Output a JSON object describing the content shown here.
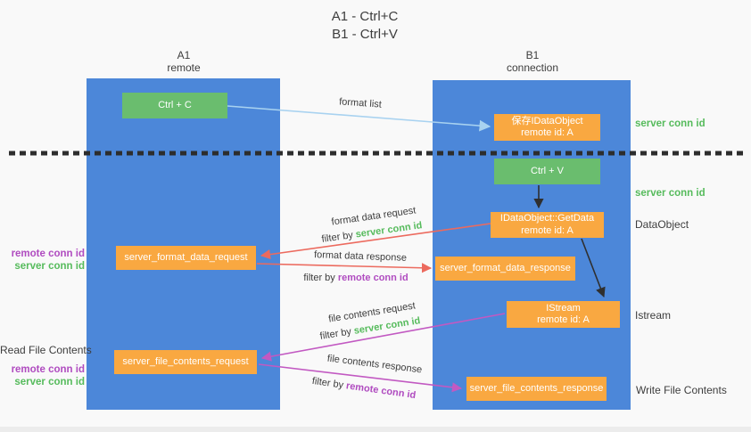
{
  "title": {
    "line1": "A1 - Ctrl+C",
    "line2": "B1 - Ctrl+V"
  },
  "columns": {
    "left": {
      "name": "A1",
      "subtitle": "remote"
    },
    "right": {
      "name": "B1",
      "subtitle": "connection"
    }
  },
  "nodes": {
    "ctrl_c": {
      "label": "Ctrl + C"
    },
    "save_dataobject": {
      "line1": "保存IDataObject",
      "line2": "remote id: A"
    },
    "ctrl_v": {
      "label": "Ctrl + V"
    },
    "getdata": {
      "line1": "IDataObject::GetData",
      "line2": "remote id: A"
    },
    "server_format_data_request": {
      "label": "server_format_data_request"
    },
    "server_format_data_response": {
      "label": "server_format_data_response"
    },
    "istream": {
      "line1": "IStream",
      "line2": "remote id: A"
    },
    "server_file_contents_request": {
      "label": "server_file_contents_request"
    },
    "server_file_contents_response": {
      "label": "server_file_contents_response"
    }
  },
  "edge_labels": {
    "format_list": "format list",
    "format_data_request": "format data request",
    "format_data_response": "format data response",
    "file_contents_request": "file contents request",
    "file_contents_response": "file contents response",
    "filter_by": "filter by ",
    "server_conn_id": "server conn id",
    "remote_conn_id": "remote conn id"
  },
  "side_labels": {
    "server_conn_id_top": "server conn id",
    "server_conn_id_mid": "server conn id",
    "dataobject": "DataObject",
    "istream": "Istream",
    "write_file_contents": "Write File Contents",
    "read_file_contents": "Read File Contents",
    "remote_conn_id_1": "remote conn id",
    "server_conn_id_1": "server conn id",
    "remote_conn_id_2": "remote conn id",
    "server_conn_id_2": "server conn id"
  },
  "colors": {
    "bg": "#f9f9f9",
    "blue": "#4c87d9",
    "green": "#6abd6e",
    "orange": "#f9a841",
    "green-text": "#56bb5c",
    "purple-text": "#b04cc0",
    "red-arrow": "#ec6a5e",
    "magenta-arrow": "#c259c2",
    "lightblue": "#a8d2f0",
    "black-arrow": "#2f2f2f",
    "darktext": "#3d3d3d",
    "dash": "#2d2d2d"
  }
}
